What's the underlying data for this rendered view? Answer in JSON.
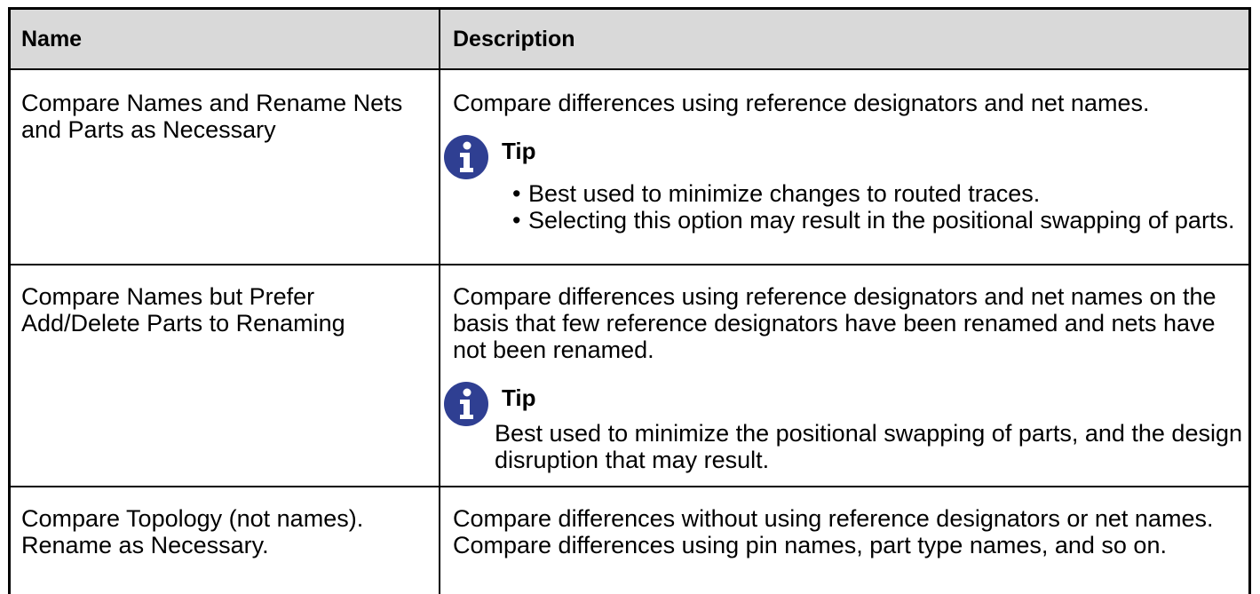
{
  "table": {
    "headers": {
      "name": "Name",
      "description": "Description"
    },
    "rows": [
      {
        "name": "Compare Names and Rename Nets and Parts as Necessary",
        "description": "Compare differences using reference designators and net names.",
        "tip": {
          "label": "Tip",
          "bullets": [
            "Best used to minimize changes to routed traces.",
            "Selecting this option may result in the positional swapping of parts."
          ]
        }
      },
      {
        "name": "Compare Names but Prefer Add/Delete Parts to Renaming",
        "description": "Compare differences using reference designators and net names on the basis that few reference designators have been renamed and nets have not been renamed.",
        "tip": {
          "label": "Tip",
          "text": "Best used to minimize the positional swapping of parts, and the design disruption that may result."
        }
      },
      {
        "name": "Compare Topology (not names). Rename as Necessary.",
        "description": "Compare differences without using reference designators or net names. Compare differences using pin names, part type names, and so on."
      }
    ]
  },
  "colors": {
    "header_bg": "#d9d9d9",
    "tip_icon": "#2f3f92"
  },
  "icons": {
    "tip": "info-icon"
  }
}
